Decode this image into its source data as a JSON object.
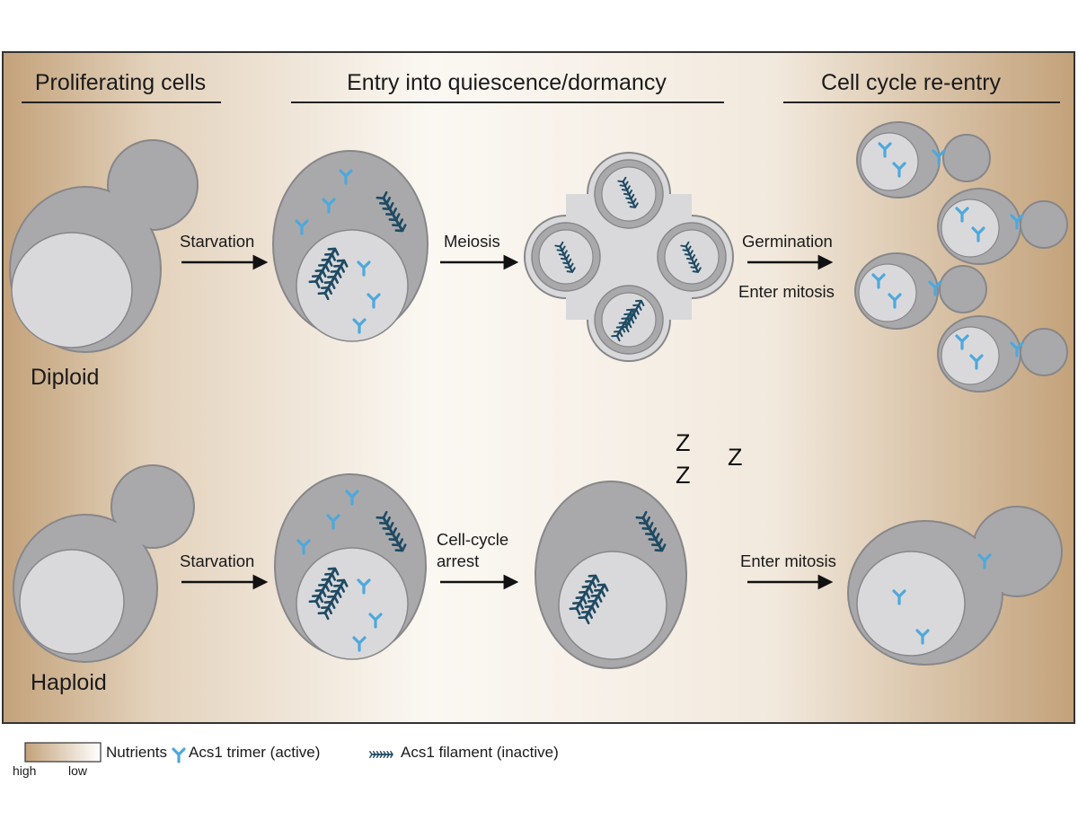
{
  "headers": {
    "proliferating": "Proliferating cells",
    "quiescence": "Entry into quiescence/dormancy",
    "reentry": "Cell cycle re-entry"
  },
  "rows": {
    "diploid": {
      "label": "Diploid",
      "arrow1": "Starvation",
      "arrow2": "Meiosis",
      "arrow3_top": "Germination",
      "arrow3_bottom": "Enter mitosis"
    },
    "haploid": {
      "label": "Haploid",
      "arrow1": "Starvation",
      "arrow2_line1": "Cell-cycle",
      "arrow2_line2": "arrest",
      "arrow3": "Enter mitosis"
    }
  },
  "sleep": {
    "z1": "Z",
    "z2": "Z",
    "z3": "Z"
  },
  "legend": {
    "nutrients": "Nutrients",
    "high": "high",
    "low": "low",
    "trimer": "Acs1 trimer (active)",
    "filament": "Acs1 filament (inactive)"
  },
  "colors": {
    "nutrient_gradient_edge": "#c3a27a",
    "nutrient_gradient_center": "#fbf8f3",
    "cell_fill": "#a9a9ab",
    "cell_stroke": "#87878a",
    "nucleus_fill": "#d9d9db",
    "trimer": "#4ea8dc",
    "filament": "#1f4a63"
  }
}
